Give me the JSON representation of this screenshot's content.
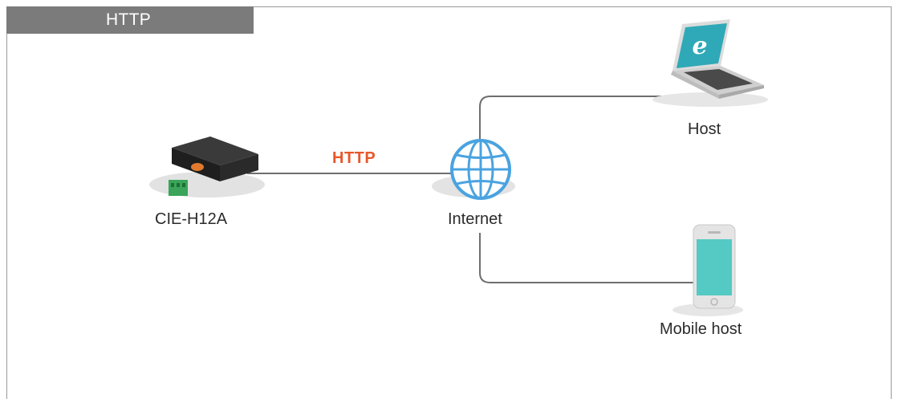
{
  "header": {
    "title": "HTTP"
  },
  "diagram": {
    "device_label": "CIE-H12A",
    "protocol_label": "HTTP",
    "internet_label": "Internet",
    "host_label": "Host",
    "mobile_host_label": "Mobile host"
  },
  "colors": {
    "protocol": "#e8572a",
    "globe": "#4aa3e0",
    "laptop_screen": "#2fa9b7",
    "phone_screen": "#55c9c4",
    "line": "#6e6e6e",
    "header_bg": "#7b7b7b"
  }
}
